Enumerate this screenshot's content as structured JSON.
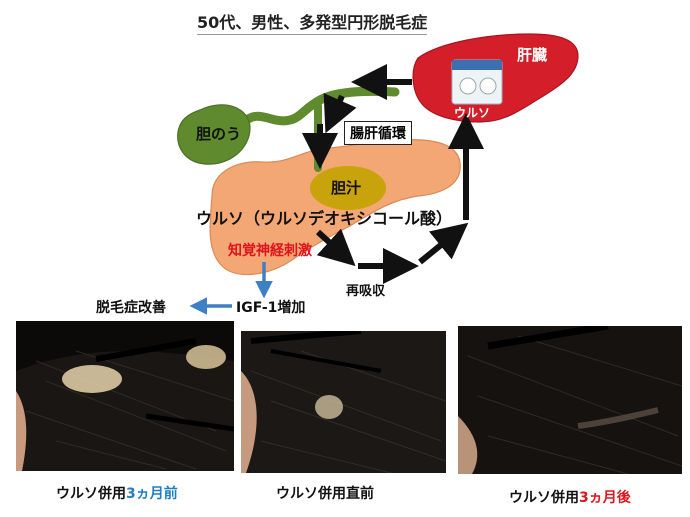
{
  "title": "50代、男性、多発型円形脱毛症",
  "organs": {
    "liver": "肝臓",
    "gallbladder": "胆のう",
    "bile": "胆汁",
    "ursoTablet": "ウルソ"
  },
  "labels": {
    "enterohepatic": "腸肝循環",
    "ursoFull": "ウルソ（ウルソデオキシコール酸）",
    "sensoryNerve": "知覚神経刺激",
    "reabsorption": "再吸収",
    "igf": "IGF-1増加",
    "improvement": "脱毛症改善"
  },
  "captions": {
    "c1_prefix": "ウルソ併用",
    "c1_highlight": "3ヵ月前",
    "c2": "ウルソ併用直前",
    "c3_prefix": "ウルソ併用",
    "c3_highlight": "3ヵ月後"
  },
  "colors": {
    "liver": "#d41f2a",
    "gallbladder": "#5f8a2e",
    "pancreas": "#f2a774",
    "bile": "#c9a30c",
    "accentBlue": "#1f7fc4",
    "accentRed": "#e0141e",
    "arrowBlue": "#3f7fc4"
  }
}
